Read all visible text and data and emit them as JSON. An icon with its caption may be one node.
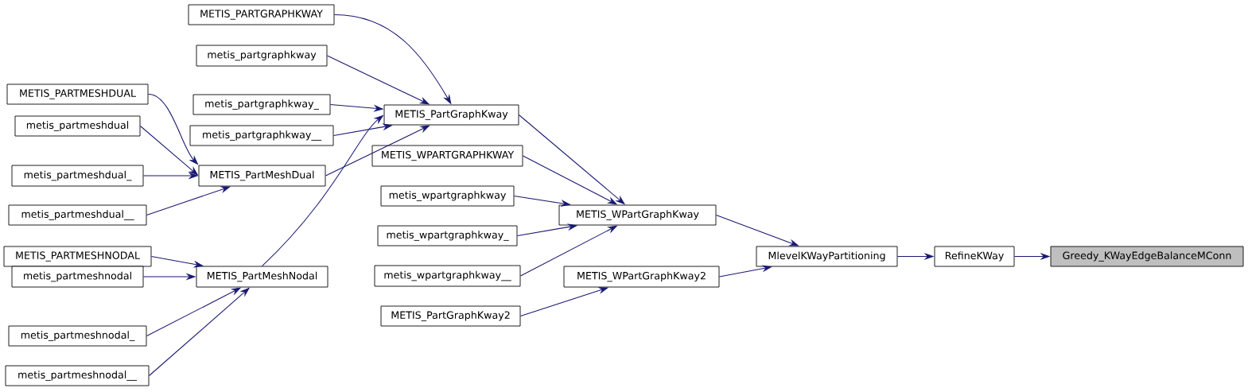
{
  "diagram": {
    "nodes": [
      {
        "text": [
          "Greedy_KWayEdgeBalanceMConn"
        ]
      },
      {
        "text": [
          "RefineKWay"
        ]
      },
      {
        "text": [
          "MlevelKWayPartitioning"
        ]
      },
      {
        "text": [
          "METIS_WPartGraphKway"
        ]
      },
      {
        "text": [
          "METIS_WPartGraphKway2"
        ]
      },
      {
        "text": [
          "METIS_PartGraphKway"
        ]
      },
      {
        "text": [
          "METIS_PARTGRAPHKWAY"
        ]
      },
      {
        "text": [
          "metis_partgraphkway"
        ]
      },
      {
        "text": [
          "metis_partgraphkway_"
        ]
      },
      {
        "text": [
          "metis_partgraphkway__"
        ]
      },
      {
        "text": [
          "METIS_PartMeshDual"
        ]
      },
      {
        "text": [
          "METIS_PARTMESHDUAL"
        ]
      },
      {
        "text": [
          "metis_partmeshdual"
        ]
      },
      {
        "text": [
          "metis_partmeshdual_"
        ]
      },
      {
        "text": [
          "metis_partmeshdual__"
        ]
      },
      {
        "text": [
          "METIS_PartMeshNodal"
        ]
      },
      {
        "text": [
          "METIS_PARTMESHNODAL"
        ]
      },
      {
        "text": [
          "metis_partmeshnodal"
        ]
      },
      {
        "text": [
          "metis_partmeshnodal_"
        ]
      },
      {
        "text": [
          "metis_partmeshnodal__"
        ]
      },
      {
        "text": [
          "METIS_WPARTGRAPHKWAY"
        ]
      },
      {
        "text": [
          "metis_wpartgraphkway"
        ]
      },
      {
        "text": [
          "metis_wpartgraphkway_"
        ]
      },
      {
        "text": [
          "metis_wpartgraphkway__"
        ]
      },
      {
        "text": [
          "METIS_PartGraphKway2"
        ]
      }
    ],
    "edges": [
      {
        "from": 1,
        "to": 0,
        "arrow": "to"
      },
      {
        "from": 2,
        "to": 1,
        "arrow": "to"
      },
      {
        "from": 3,
        "to": 2,
        "arrow": "to"
      },
      {
        "from": 4,
        "to": 2,
        "arrow": "to"
      },
      {
        "from": 5,
        "to": 3,
        "arrow": "to"
      },
      {
        "from": 20,
        "to": 3,
        "arrow": "to"
      },
      {
        "from": 21,
        "to": 3,
        "arrow": "to"
      },
      {
        "from": 22,
        "to": 3,
        "arrow": "to"
      },
      {
        "from": 23,
        "to": 3,
        "arrow": "to"
      },
      {
        "from": 24,
        "to": 4,
        "arrow": "to"
      },
      {
        "from": 6,
        "to": 5,
        "arrow": "to"
      },
      {
        "from": 7,
        "to": 5,
        "arrow": "to"
      },
      {
        "from": 8,
        "to": 5,
        "arrow": "to"
      },
      {
        "from": 9,
        "to": 5,
        "arrow": "to"
      },
      {
        "from": 10,
        "to": 5,
        "arrow": "to"
      },
      {
        "from": 15,
        "to": 5,
        "arrow": "to"
      },
      {
        "from": 11,
        "to": 10,
        "arrow": "to"
      },
      {
        "from": 12,
        "to": 10,
        "arrow": "to"
      },
      {
        "from": 13,
        "to": 10,
        "arrow": "to"
      },
      {
        "from": 14,
        "to": 10,
        "arrow": "to"
      },
      {
        "from": 16,
        "to": 15,
        "arrow": "to"
      },
      {
        "from": 17,
        "to": 15,
        "arrow": "to"
      },
      {
        "from": 18,
        "to": 15,
        "arrow": "to"
      },
      {
        "from": 19,
        "to": 15,
        "arrow": "to"
      }
    ]
  }
}
